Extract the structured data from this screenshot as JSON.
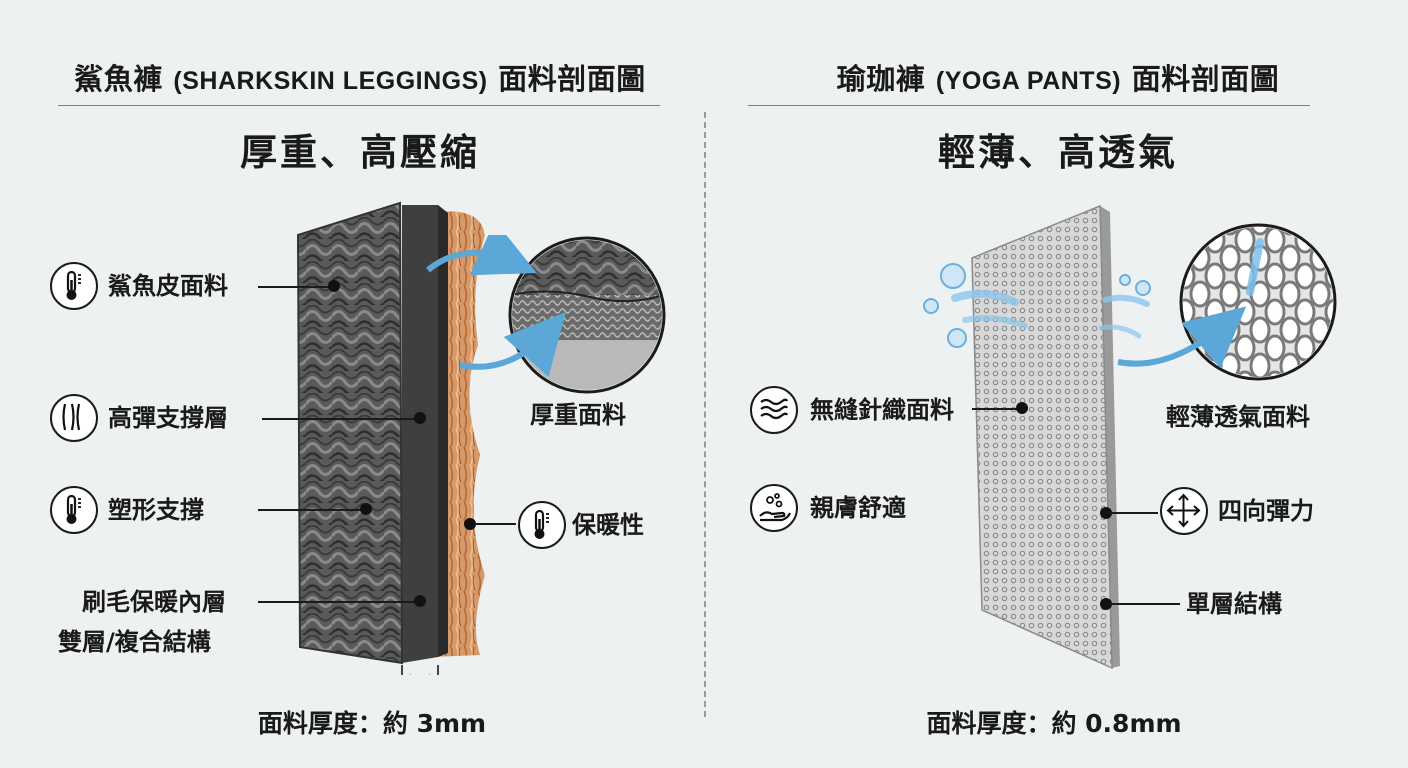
{
  "left": {
    "title_zh_prefix": "鯊魚褲",
    "title_en": "(SHARKSKIN LEGGINGS)",
    "title_zh_suffix": "面料剖面圖",
    "subtitle": "厚重、高壓縮",
    "labels": {
      "sharkskin": "鯊魚皮面料",
      "support": "高彈支撐層",
      "shaping": "塑形支撐",
      "brushed_line1": "刷毛保暖內層",
      "brushed_line2": "雙層/複合結構",
      "heavy": "厚重面料",
      "warmth": "保暖性"
    },
    "icons": {
      "sharkskin": "thermometer-icon",
      "support": "support-lines-icon",
      "shaping": "thermometer-icon",
      "warmth": "thermometer-icon"
    },
    "thickness": "面料厚度：約 3mm"
  },
  "right": {
    "title_zh_prefix": "瑜珈褲",
    "title_en": "(YOGA PANTS)",
    "title_zh_suffix": "面料剖面圖",
    "subtitle": "輕薄、高透氣",
    "labels": {
      "seamless": "無縫針織面料",
      "comfort": "親膚舒適",
      "breathable": "輕薄透氣面料",
      "stretch": "四向彈力",
      "single": "單層結構"
    },
    "icons": {
      "seamless": "waves-icon",
      "comfort": "hand-bubbles-icon",
      "stretch": "four-way-arrows-icon"
    },
    "thickness": "面料厚度：約 0.8mm"
  },
  "colors": {
    "background": "#eef1f2",
    "fabric_dark": "#4a4a4a",
    "fleece": "#d99a6a",
    "accent_blue": "#5aa7d8",
    "mesh_light": "#c9c9c9"
  }
}
